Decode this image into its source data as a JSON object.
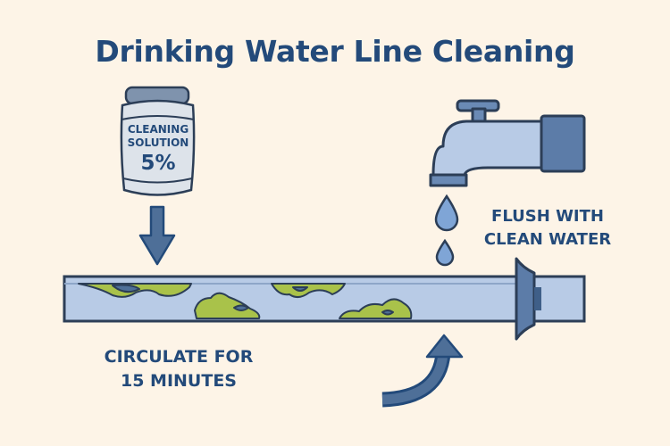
{
  "title": "Drinking Water Line Cleaning",
  "bottle": {
    "line1": "CLEANING",
    "line2": "SOLUTION",
    "concentration": "5%"
  },
  "flush": {
    "line1": "FLUSH WITH",
    "line2": "CLEAN WATER"
  },
  "circulate": {
    "line1": "CIRCULATE FOR",
    "line2": "15 MINUTES"
  },
  "colors": {
    "navy": "#234a7a",
    "pipe_fill": "#b8cbe6",
    "biofilm": "#a9c24a",
    "background": "#fdf4e7"
  }
}
